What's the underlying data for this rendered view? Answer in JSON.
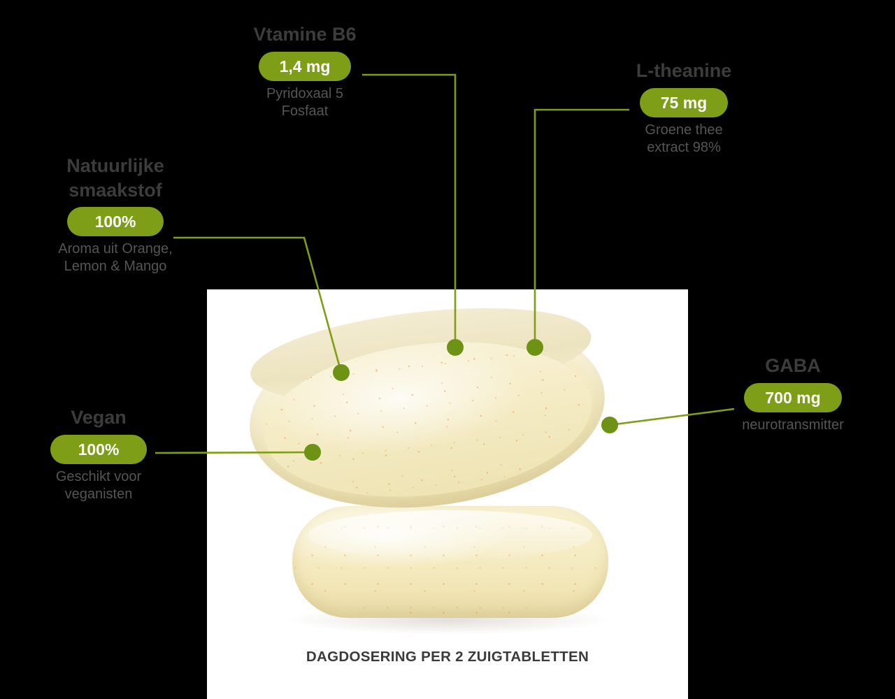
{
  "theme": {
    "background": "#000000",
    "panel_background": "#ffffff",
    "accent_green": "#7d9e16",
    "connector_green": "#7d9e16",
    "title_color": "#3c3c3c",
    "subtitle_color": "#555555",
    "tablet_color": "#f5edc6"
  },
  "photo": {
    "caption": "DAGDOSERING PER 2 ZUIGTABLETTEN",
    "subject": "two-stacked-chewable-tablets"
  },
  "callouts": [
    {
      "id": "vitamine-b6",
      "title": "Vtamine B6",
      "value": "1,4 mg",
      "subtitle": "Pyridoxaal 5\nFosfaat"
    },
    {
      "id": "l-theanine",
      "title": "L-theanine",
      "value": "75 mg",
      "subtitle": "Groene thee\nextract 98%"
    },
    {
      "id": "natuurlijke-smaakstof",
      "title": "Natuurlijke\nsmaakstof",
      "value": "100%",
      "subtitle": "Aroma uit Orange,\nLemon & Mango"
    },
    {
      "id": "vegan",
      "title": "Vegan",
      "value": "100%",
      "subtitle": "Geschikt voor\nveganisten"
    },
    {
      "id": "gaba",
      "title": "GABA",
      "value": "700 mg",
      "subtitle": "neurotransmitter"
    }
  ]
}
